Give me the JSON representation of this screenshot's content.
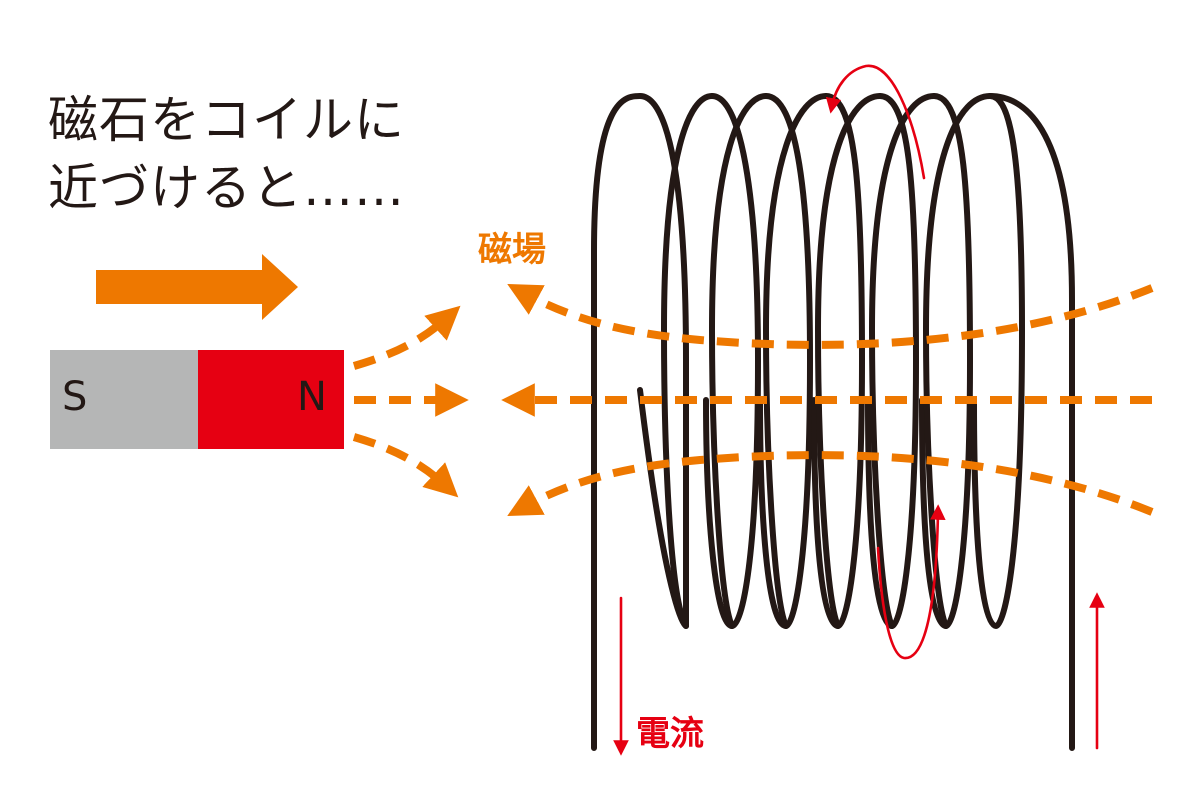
{
  "title": {
    "line1": "磁石をコイルに",
    "line2": "近づけると……"
  },
  "magnet": {
    "south_label": "S",
    "north_label": "N",
    "south_color": "#b5b6b6",
    "north_color": "#e60012"
  },
  "labels": {
    "magnetic_field": "磁場",
    "current": "電流"
  },
  "colors": {
    "field": "#ee7800",
    "current": "#e60012",
    "coil": "#231815",
    "text": "#231815"
  },
  "icons": {
    "motion_arrow": "arrow-right-icon",
    "current_arrow": "arrow-icon"
  }
}
